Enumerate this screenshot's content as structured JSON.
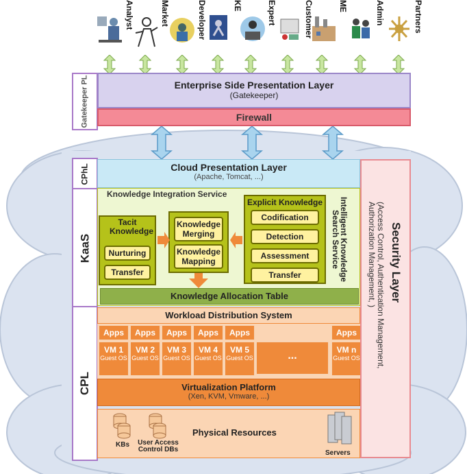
{
  "users": [
    "Analyst",
    "Market",
    "Developer",
    "KE",
    "Expert",
    "Customer",
    "ME",
    "Admin",
    "Partners"
  ],
  "gatekeeper": {
    "side_label": "Gatekeeper PL",
    "title": "Enterprise Side Presentation Layer",
    "subtitle": "(Gatekeeper)",
    "firewall": "Firewall"
  },
  "cphl": {
    "side_label": "CPhL",
    "title": "Cloud Presentation Layer",
    "subtitle": "(Apache, Tomcat, ...)"
  },
  "kaas": {
    "side_label": "KaaS",
    "kis_title": "Knowledge Integration Service",
    "tacit_title": "Tacit Knowledge",
    "tacit_items": [
      "Nurturing",
      "Transfer"
    ],
    "merge_items": [
      "Knowledge Merging",
      "Knowledge Mapping"
    ],
    "explicit_title": "Explicit Knowledge",
    "explicit_items": [
      "Codification",
      "Detection",
      "Assessment",
      "Transfer"
    ],
    "iks": "Intelligent Knowledge Search Service",
    "kat": "Knowledge Allocation Table"
  },
  "cpl": {
    "side_label": "CPL",
    "wds": "Workload Distribution System",
    "apps": "Apps",
    "guest_os": "Guest OS",
    "vms": [
      "VM 1",
      "VM 2",
      "VM 3",
      "VM 4",
      "VM 5"
    ],
    "vm_last": "VM n",
    "ellipsis": "...",
    "virt_title": "Virtualization Platform",
    "virt_sub": "(Xen, KVM, Vmware, ...)",
    "phys_title": "Physical Resources",
    "kbs": "KBs",
    "uac": "User Access Control DBs",
    "servers": "Servers"
  },
  "security": {
    "title": "Security Layer",
    "subtitle": "(Access Control, Authentication Management, Authorization Management, )"
  },
  "colors": {
    "gatekeeper_bg": "#d8d2ee",
    "firewall_bg": "#f48a96",
    "cloud_bg": "#dbe3f0",
    "cphl_bg": "#c9e9f6",
    "security_bg": "#fbe3e3",
    "orange": "#ef8a3a",
    "olive": "#b5c21a",
    "gold": "#fff2a0"
  }
}
